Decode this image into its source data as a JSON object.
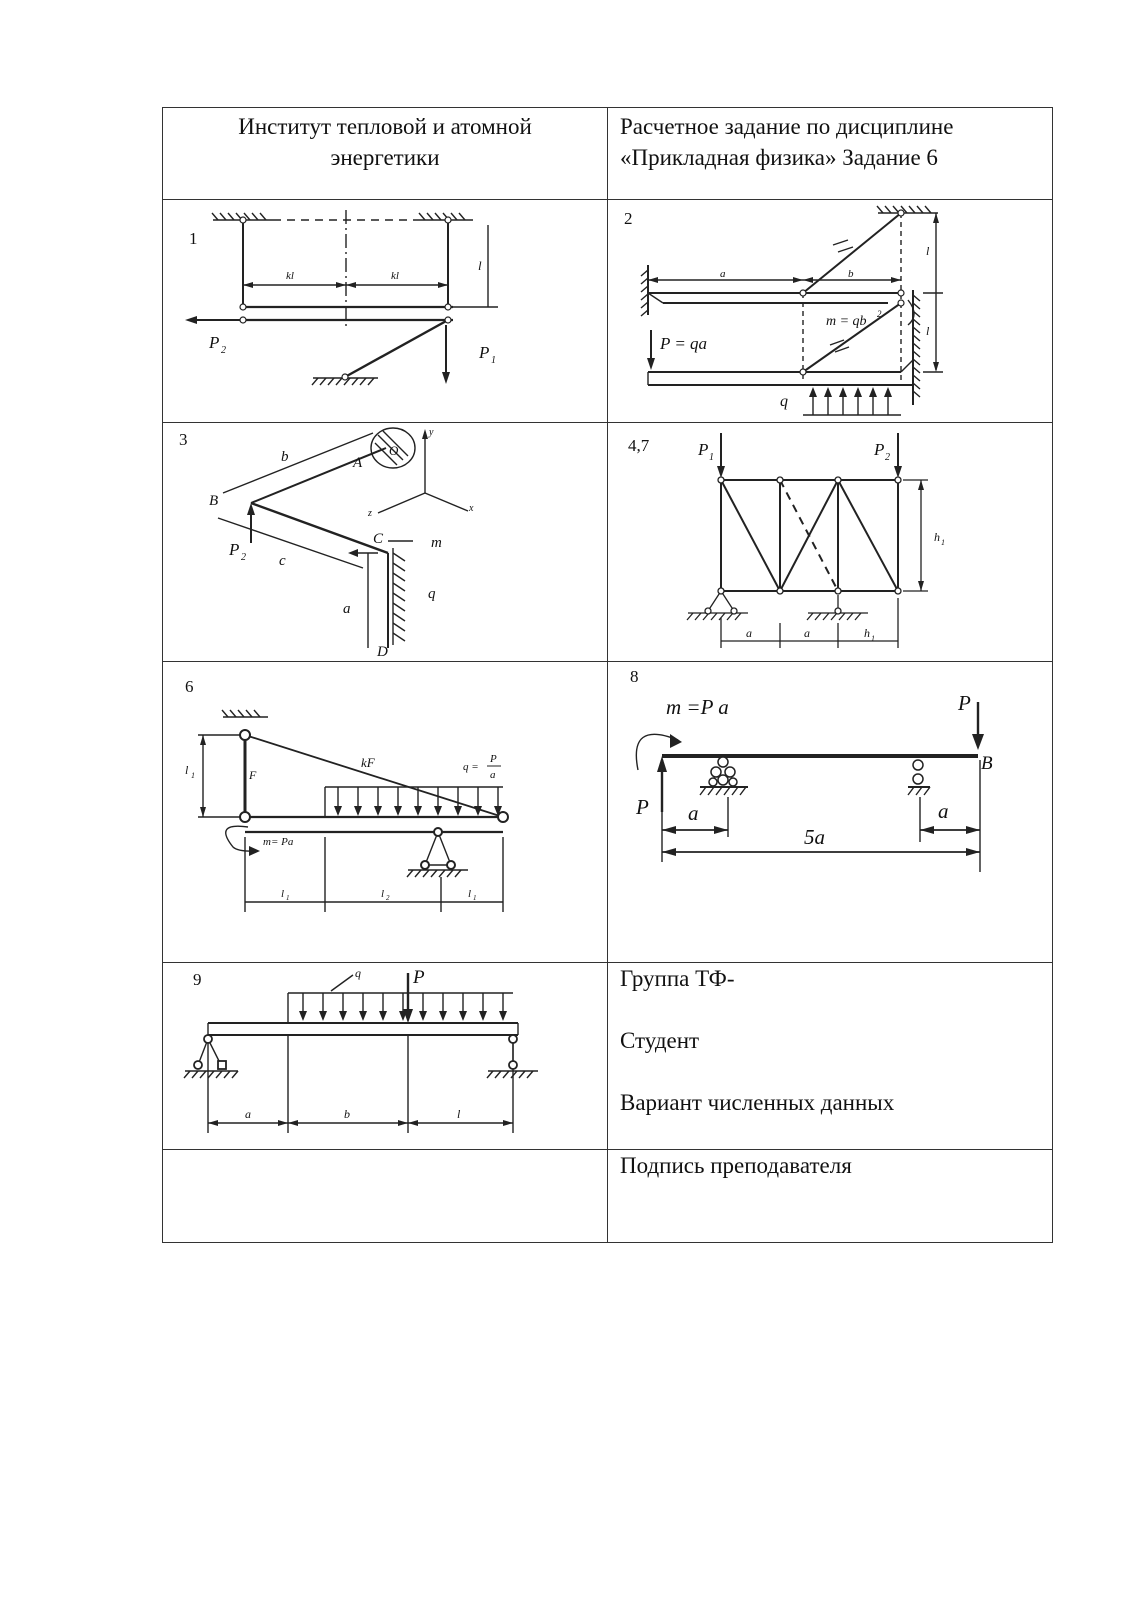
{
  "header": {
    "institute_line1": "Институт тепловой и атомной",
    "institute_line2": "энергетики",
    "task_line1": "Расчетное задание по дисциплине",
    "task_line2": "«Прикладная физика»  Задание  6"
  },
  "schemes": {
    "s1": {
      "num": "1",
      "kl_a": "kl",
      "kl_b": "kl",
      "l": "l",
      "p2": "P",
      "p2_sub": "2",
      "p1": "P",
      "p1_sub": "1"
    },
    "s2": {
      "num": "2",
      "a": "a",
      "b": "b",
      "l_top": "l",
      "l_bot": "l",
      "m": "m = qb",
      "m_sup": "2",
      "p": "P = qa",
      "q": "q"
    },
    "s3": {
      "num": "3",
      "b": "b",
      "a_pt": "A",
      "o": "O",
      "y": "y",
      "x": "x",
      "z": "z",
      "b_pt": "B",
      "c_pt": "C",
      "m": "m",
      "p2": "P",
      "p2_sub": "2",
      "c": "c",
      "a": "a",
      "q": "q",
      "d_pt": "D"
    },
    "s4": {
      "num": "4,7",
      "p1": "P",
      "p1_sub": "1",
      "p2": "P",
      "p2_sub": "2",
      "h": "h",
      "h_sub": "1",
      "a1": "a",
      "a2": "a",
      "h1": "h",
      "h1_sub": "1"
    },
    "s6": {
      "num": "6",
      "l1": "l",
      "l1_sub": "1",
      "f": "F",
      "kf": "kF",
      "q_lbl": "q =",
      "q_num": "P",
      "q_den": "a",
      "m": "m= Pa",
      "d1": "l",
      "d1_sub": "1",
      "d2": "l",
      "d2_sub": "2",
      "d3": "l",
      "d3_sub": "1"
    },
    "s8": {
      "num": "8",
      "m": "m =P a",
      "p_top": "P",
      "b_pt": "B",
      "p_left": "P",
      "a_left": "a",
      "a_right": "a",
      "span": "5a"
    },
    "s9": {
      "num": "9",
      "q": "q",
      "p": "P",
      "a": "a",
      "b": "b",
      "l": "l"
    }
  },
  "form": {
    "group": "Группа  ТФ-",
    "student": "Студент",
    "variant": "Вариант численных данных",
    "signature": "Подпись преподавателя"
  }
}
